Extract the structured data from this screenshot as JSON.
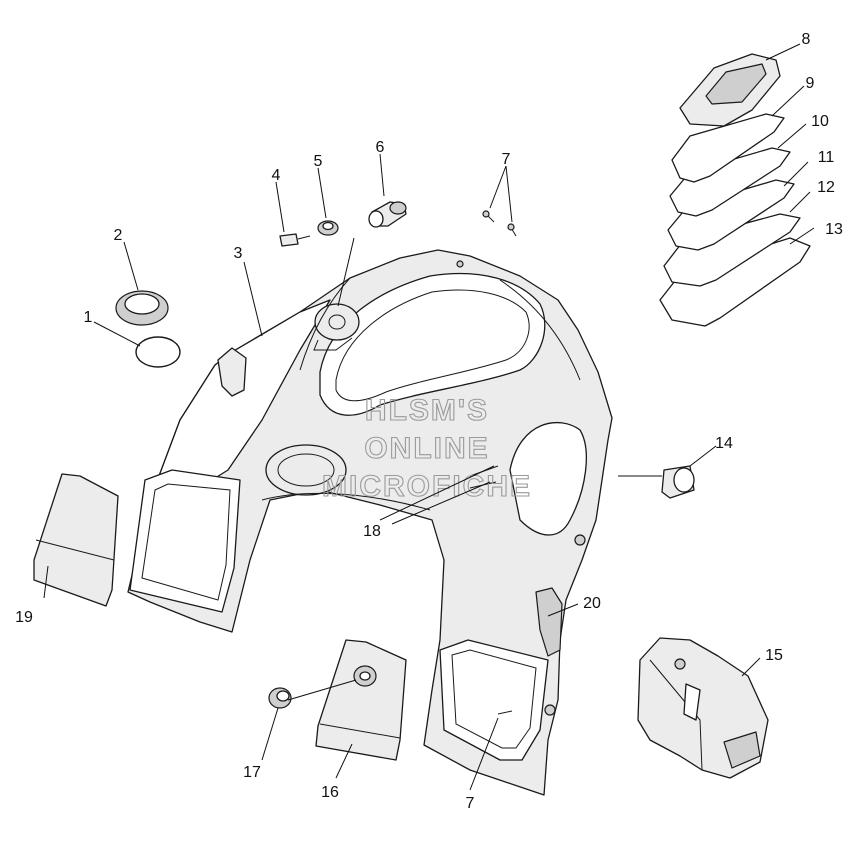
{
  "diagram": {
    "callout_numbers": [
      "1",
      "2",
      "3",
      "4",
      "5",
      "6",
      "7",
      "8",
      "9",
      "10",
      "11",
      "12",
      "13",
      "14",
      "15",
      "16",
      "17",
      "18",
      "19",
      "20",
      "7"
    ],
    "watermark": [
      "HLSM'S",
      "ONLINE",
      "MICROFICHE"
    ]
  }
}
